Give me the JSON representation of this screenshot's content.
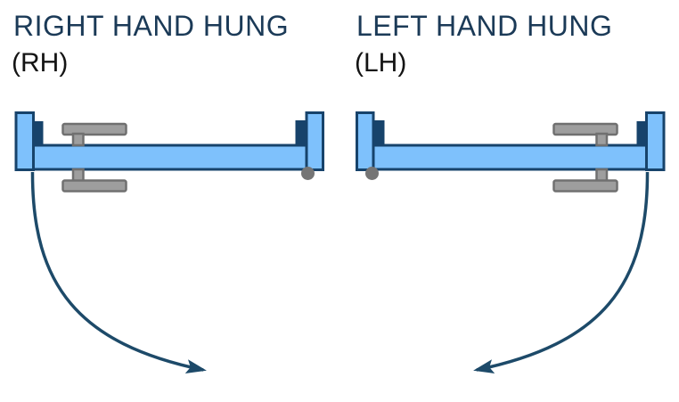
{
  "colors": {
    "background": "#ffffff",
    "title_navy": "#1b3a57",
    "abbreviation_black": "#141414",
    "outline_navy": "#17436b",
    "arrow_navy": "#1d4a69",
    "door_blue": "#7ec1fc",
    "handle_gray": "#9e9e9e",
    "handle_border_gray": "#707070",
    "hinge_gray": "#757575"
  },
  "diagrams": [
    {
      "id": "rh",
      "title": "RIGHT HAND HUNG",
      "abbreviation": "(RH)",
      "hinge_side": "right",
      "handle_side": "left",
      "swing_arrow": "sweeps from left door edge toward lower-right"
    },
    {
      "id": "lh",
      "title": "LEFT HAND HUNG",
      "abbreviation": "(LH)",
      "hinge_side": "left",
      "handle_side": "right",
      "swing_arrow": "sweeps from right door edge toward lower-left"
    }
  ]
}
